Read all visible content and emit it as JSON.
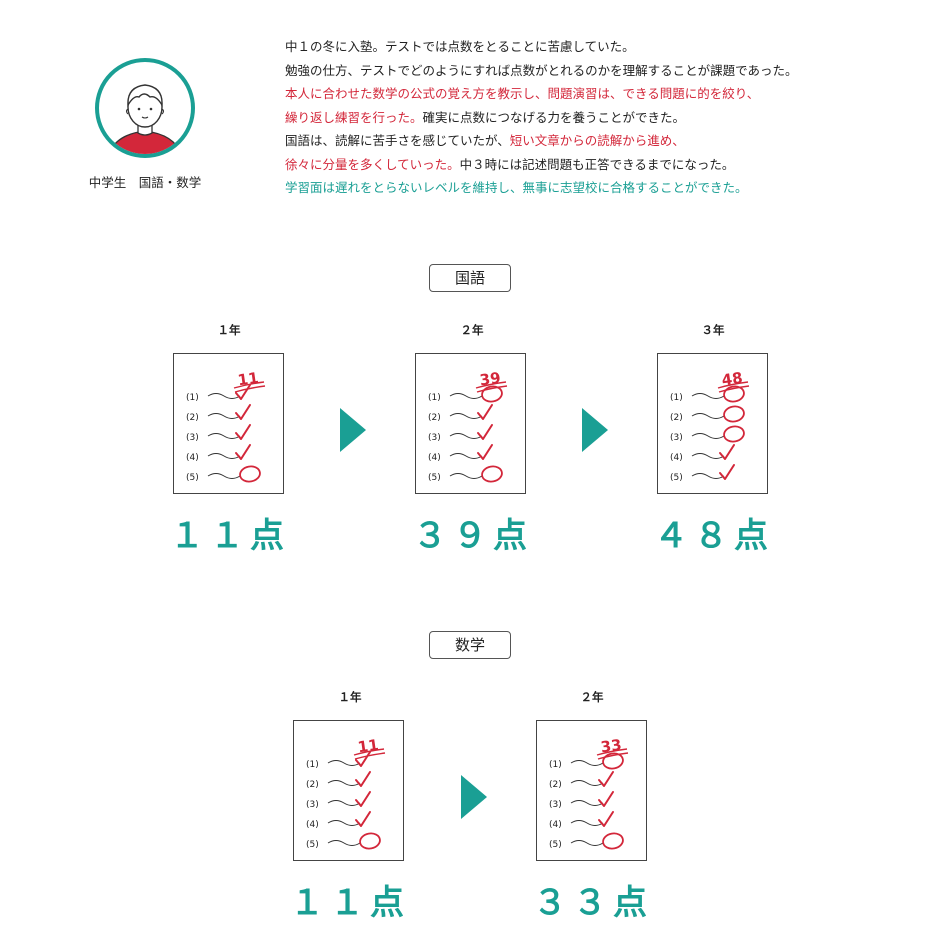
{
  "profile": {
    "caption": "中学生　国語・数学"
  },
  "story": {
    "l1": "中１の冬に入塾。テストでは点数をとることに苦慮していた。",
    "l2": "勉強の仕方、テストでどのようにすれば点数がとれるのかを理解することが課題であった。",
    "l3_red": " 本人に合わせた数学の公式の覚え方を教示し、問題演習は、できる問題に的を絞り、",
    "l4_red": "繰り返し練習を行った。",
    "l4_black": "確実に点数につなげる力を養うことができた。",
    "l5_black": " 国語は、読解に苦手さを感じていたが、",
    "l5_red": "短い文章からの読解から進め、",
    "l6_red": "徐々に分量を多くしていった。",
    "l6_black": "中３時には記述問題も正答できるまでになった。",
    "l7_teal": " 学習面は遅れをとらないレベルを維持し、無事に志望校に合格することができた。"
  },
  "sections": {
    "japanese": {
      "label": "国語",
      "items": [
        {
          "year": "１年",
          "mark": "11",
          "score": "１１点"
        },
        {
          "year": "２年",
          "mark": "39",
          "score": "３９点"
        },
        {
          "year": "３年",
          "mark": "48",
          "score": "４８点"
        }
      ]
    },
    "math": {
      "label": "数学",
      "items": [
        {
          "year": "１年",
          "mark": "11",
          "score": "１１点"
        },
        {
          "year": "２年",
          "mark": "33",
          "score": "３３点"
        }
      ]
    }
  },
  "question_labels": [
    "(1)",
    "(2)",
    "(3)",
    "(4)",
    "(5)"
  ],
  "colors": {
    "accent": "#1a9f94",
    "red": "#d3273a"
  }
}
